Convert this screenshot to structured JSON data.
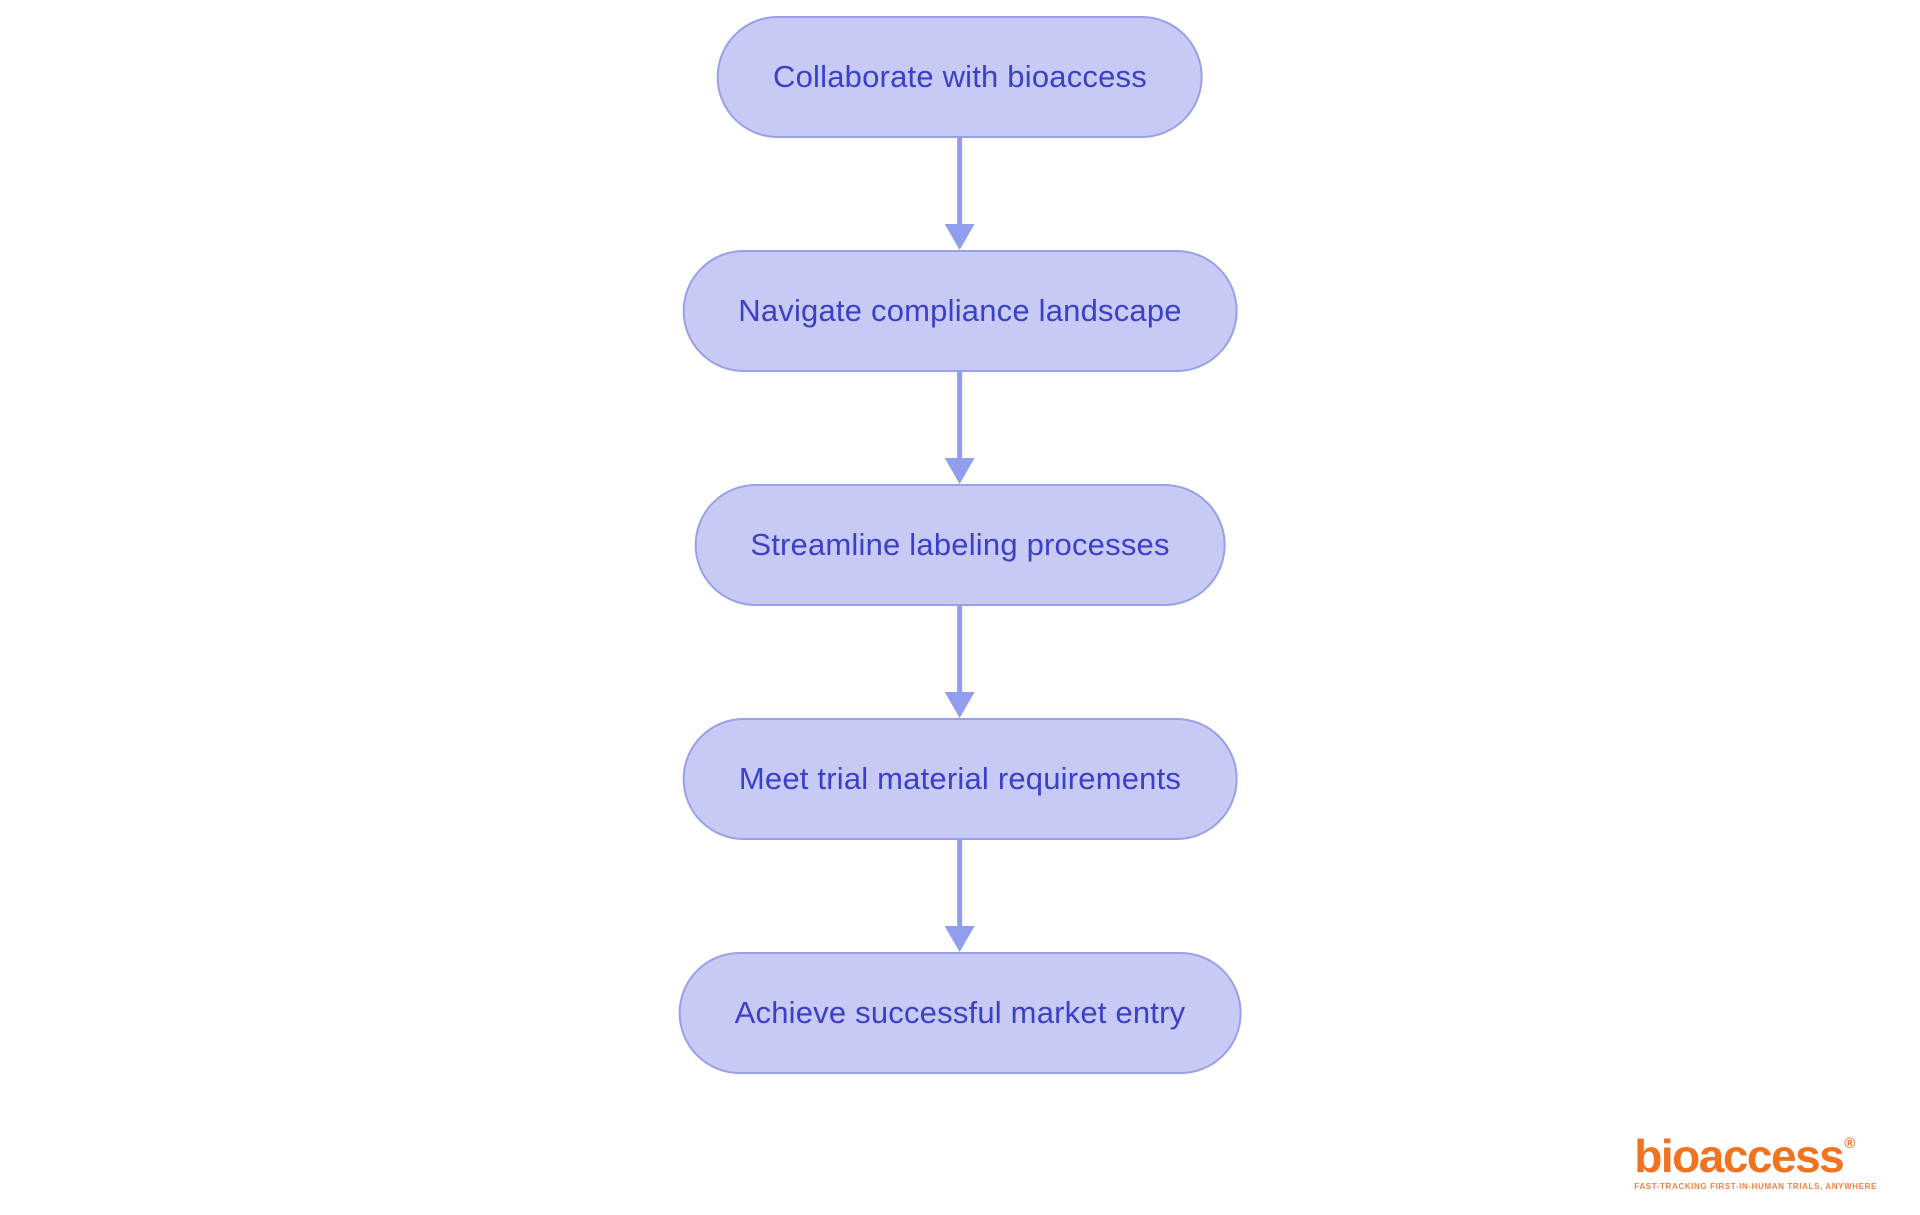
{
  "flowchart": {
    "nodes": [
      {
        "label": "Collaborate with bioaccess"
      },
      {
        "label": "Navigate compliance landscape"
      },
      {
        "label": "Streamline labeling processes"
      },
      {
        "label": "Meet trial material requirements"
      },
      {
        "label": "Achieve successful market entry"
      }
    ],
    "direction": "top-down",
    "colors": {
      "node_fill": "#c7caf5",
      "node_border": "#99a0e8",
      "node_text": "#3b40c8",
      "arrow": "#939ded",
      "background": "#ffffff"
    }
  },
  "logo": {
    "brand": "bioaccess",
    "registered_mark": "®",
    "tagline": "FAST-TRACKING FIRST-IN-HUMAN TRIALS, ANYWHERE",
    "color": "#f1731f"
  }
}
